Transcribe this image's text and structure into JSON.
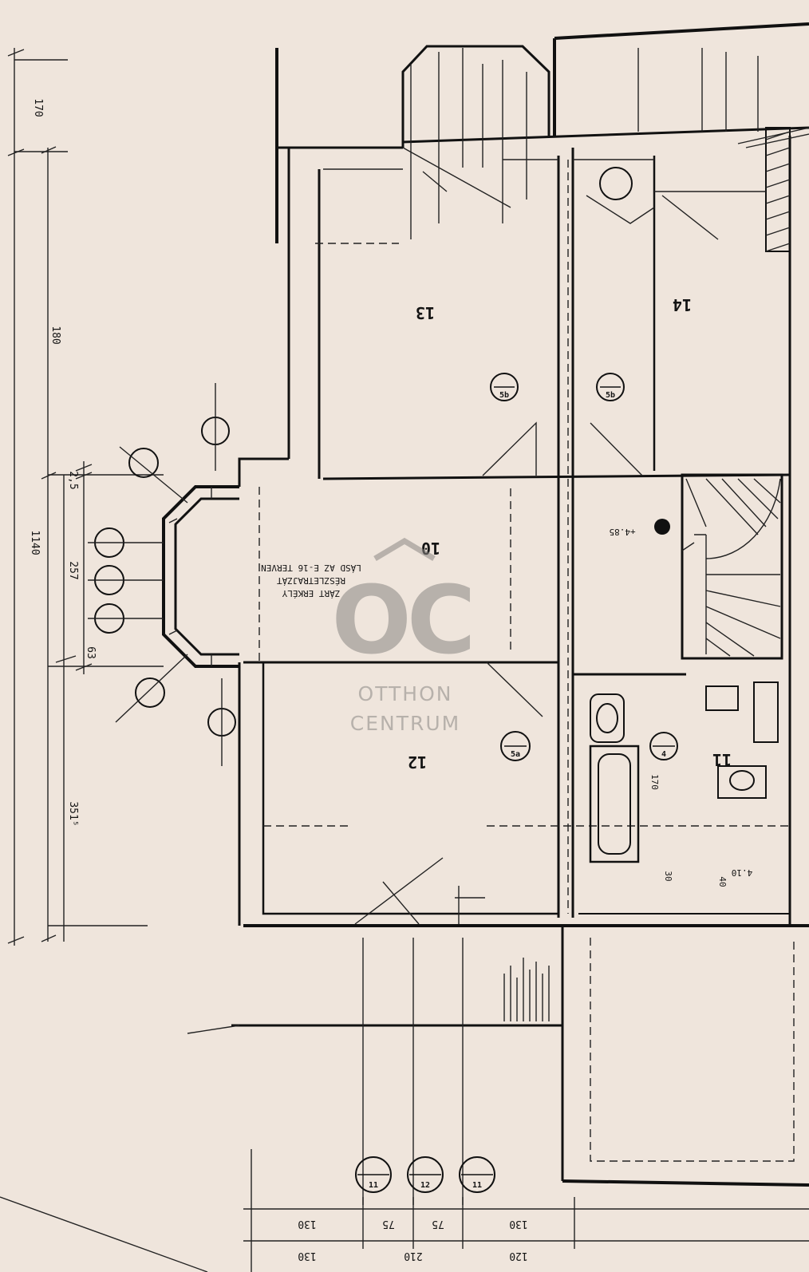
{
  "rooms": {
    "r10": "10",
    "r11": "11",
    "r12": "12",
    "r13": "13",
    "r14": "14"
  },
  "left_dimensions": {
    "d170": "170",
    "d180": "180",
    "d1140": "1140",
    "d2_5": "2,5",
    "d257": "257",
    "d63": "63",
    "d351": "351⁵"
  },
  "bottom_dimensions": {
    "b130_top": "130",
    "b75_a": "75",
    "b75_b": "75",
    "b130_right": "130",
    "b130_bottom": "130",
    "b210": "210",
    "b120": "120"
  },
  "labels": {
    "balcony_note_1": "ZÁRT ERKÉLY",
    "balcony_note_2": "RÉSZLETRAJZÁT",
    "balcony_note_3": "LÁSD AZ E-16 TERVEN",
    "level_mark": "+4.85",
    "dim_170_bath": "170",
    "dim_30_bath": "30",
    "dim_40": "40",
    "dim_4_10": "4.10"
  },
  "section_marks": [
    "5b",
    "5b",
    "5a",
    "4",
    "11",
    "12",
    "11"
  ],
  "watermark": {
    "logo_text": "OC",
    "line1": "OTTHON",
    "line2": "CENTRUM"
  },
  "colors": {
    "paper": "#efe5dc",
    "ink": "#111111",
    "watermark": "#8a8784"
  }
}
